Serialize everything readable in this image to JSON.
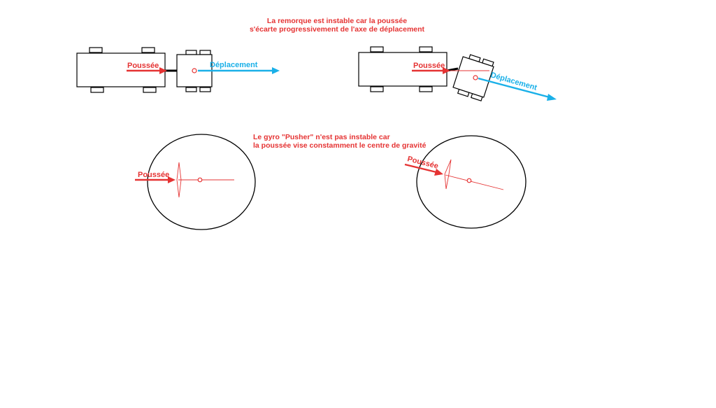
{
  "trailer_caption": {
    "line1": "La remorque est instable car la poussée",
    "line2": "s'écarte progressivement de l'axe de déplacement"
  },
  "gyro_caption": {
    "line1": "Le gyro \"Pusher\" n'est pas instable car",
    "line2": "la poussée vise constamment le centre de gravité"
  },
  "labels": {
    "thrust": "Poussée",
    "displacement": "Déplacement"
  },
  "colors": {
    "thrust_red": "#e53333",
    "displacement_blue": "#1ab0e8"
  }
}
